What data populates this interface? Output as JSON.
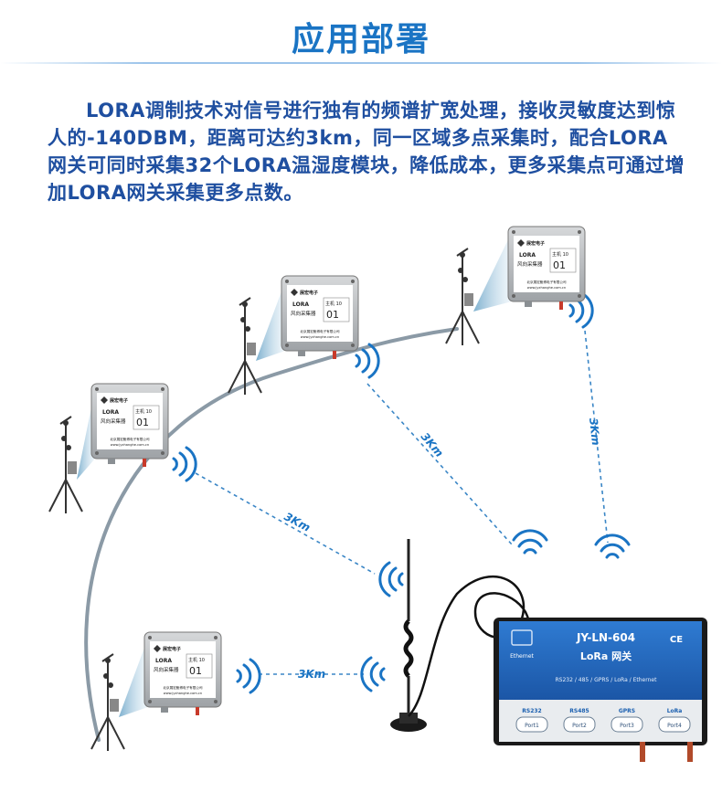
{
  "title": "应用部署",
  "description": "LORA调制技术对信号进行独有的频谱扩宽处理，接收灵敏度达到惊人的-140DBM，距离可达约3km，同一区域多点采集时，配合LORA网关可同时采集32个LORA温湿度模块，降低成本，更多采集点可通过增加LORA网关采集更多点数。",
  "sensor": {
    "brand": "展宏电子",
    "line1": "LORA",
    "line2": "风向采集器",
    "host_label": "主机 10",
    "host_number": "01",
    "company": "北京展宏鲍博电子有限公司",
    "website": "www.jyzhanghe.com.cn"
  },
  "distance_label": "3Km",
  "gateway": {
    "model": "JY-LN-604",
    "name": "LoRa 网关",
    "ethernet": "Ethernet",
    "protocols": "RS232 / 485 / GPRS / LoRa / Ethernet",
    "ce": "CE",
    "ports": [
      {
        "top": "RS232",
        "name": "Port1"
      },
      {
        "top": "RS485",
        "name": "Port2"
      },
      {
        "top": "GPRS",
        "name": "Port3"
      },
      {
        "top": "LoRa",
        "name": "Port4"
      }
    ]
  }
}
